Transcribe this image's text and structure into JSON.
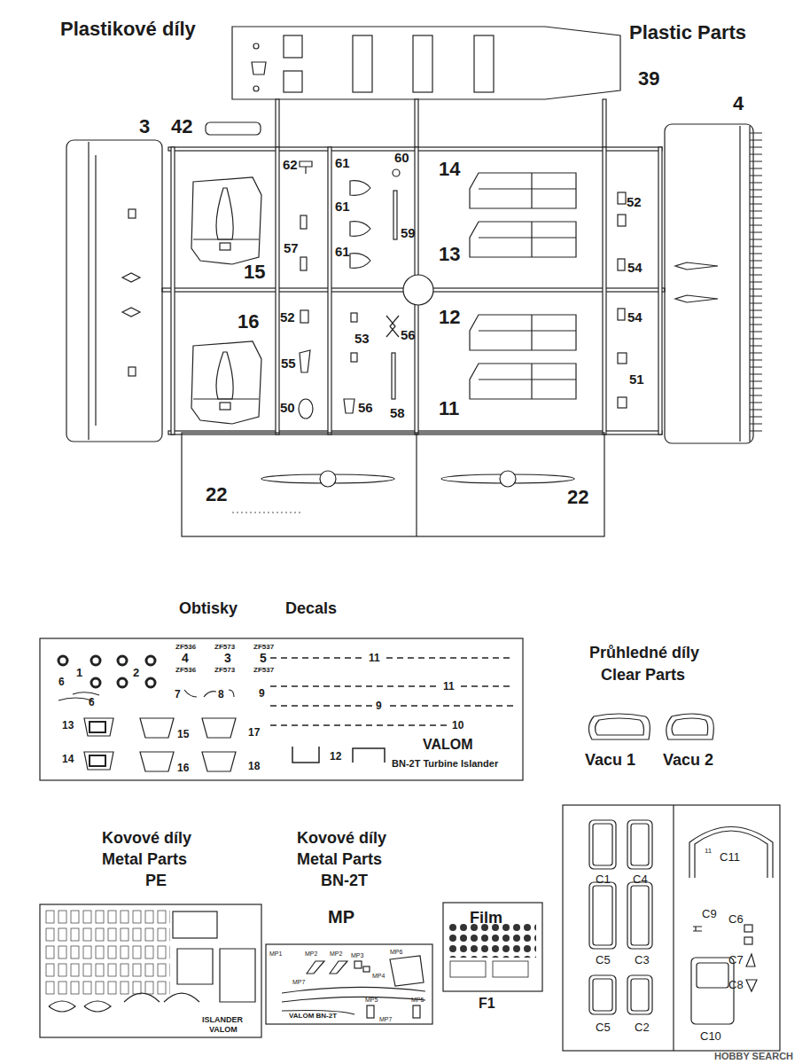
{
  "diagram": {
    "labels": [
      "Plastikové díly",
      "Plastic Parts",
      "39",
      "3",
      "42",
      "4",
      "62",
      "61",
      "60",
      "14",
      "52",
      "61",
      "59",
      "15",
      "57",
      "13",
      "61",
      "54",
      "16",
      "52",
      "53",
      "56",
      "12",
      "54",
      "55",
      "51",
      "50",
      "56",
      "58",
      "11",
      "22",
      "22",
      "Obtisky",
      "Decals",
      "1",
      "2",
      "ZF536",
      "4",
      "ZF536",
      "ZF573",
      "3",
      "ZF573",
      "ZF537",
      "5",
      "ZF537",
      "11",
      "11",
      "6",
      "6",
      "7",
      "8",
      "9",
      "9",
      "10",
      "13",
      "15",
      "17",
      "14",
      "16",
      "18",
      "12",
      "VALOM",
      "BN-2T Turbine Islander",
      "Průhledné díly",
      "Clear Parts",
      "Vacu 1",
      "Vacu 2",
      "Kovové díly",
      "Metal Parts",
      "PE",
      "Kovové díly",
      "Metal Parts",
      "BN-2T",
      "MP",
      "Film",
      "F1",
      "MP1",
      "MP2",
      "MP2",
      "MP3",
      "MP4",
      "MP6",
      "MP7",
      "MP5",
      "MP5",
      "MP7",
      "VALOM BN-2T",
      "ISLANDER",
      "VALOM",
      "C1",
      "C4",
      "11",
      "C11",
      "C5",
      "C3",
      "C9",
      "C6",
      "C7",
      "C8",
      "C5",
      "C2",
      "C10",
      "HOBBY SEARCH"
    ]
  }
}
